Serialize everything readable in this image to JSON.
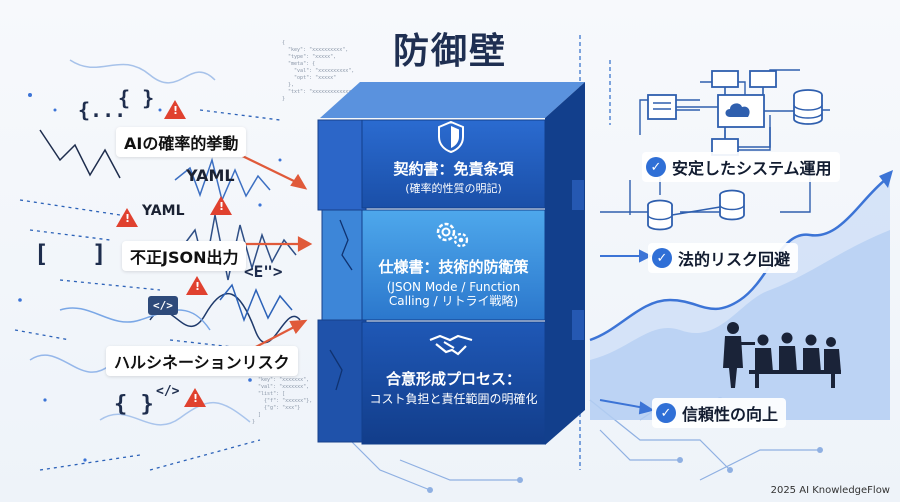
{
  "title": "防御壁",
  "chaos": {
    "labels": [
      "AIの確率的挙動",
      "YAML",
      "YAML",
      "不正JSON出力",
      "ハルシネーションリスク"
    ],
    "symbols": [
      "{...",
      "{ }",
      "[",
      "]",
      "<E\">",
      "{ }",
      "</>"
    ],
    "code_tag": "</>"
  },
  "wall": {
    "layers": [
      {
        "icon": "shield-icon",
        "heading": "契約書：免責条項",
        "sub": "(確率的性質の明記)"
      },
      {
        "icon": "gear-icon",
        "heading": "仕様書：技術的防衛策",
        "sub": "(JSON Mode / Function\nCalling / リトライ戦略)"
      },
      {
        "icon": "handshake-icon",
        "heading": "合意形成プロセス：",
        "sub": "コスト負担と責任範囲の明確化"
      }
    ]
  },
  "benefits": [
    "安定したシステム運用",
    "法的リスク回避",
    "信頼性の向上"
  ],
  "footer": "2025 AI KnowledgeFlow",
  "colors": {
    "wall": "#1f5fbf",
    "wall_mid": "#3a8fe0",
    "warning": "#e0412f",
    "arrow": "#e05a3a",
    "trend": "#3c74d6"
  }
}
